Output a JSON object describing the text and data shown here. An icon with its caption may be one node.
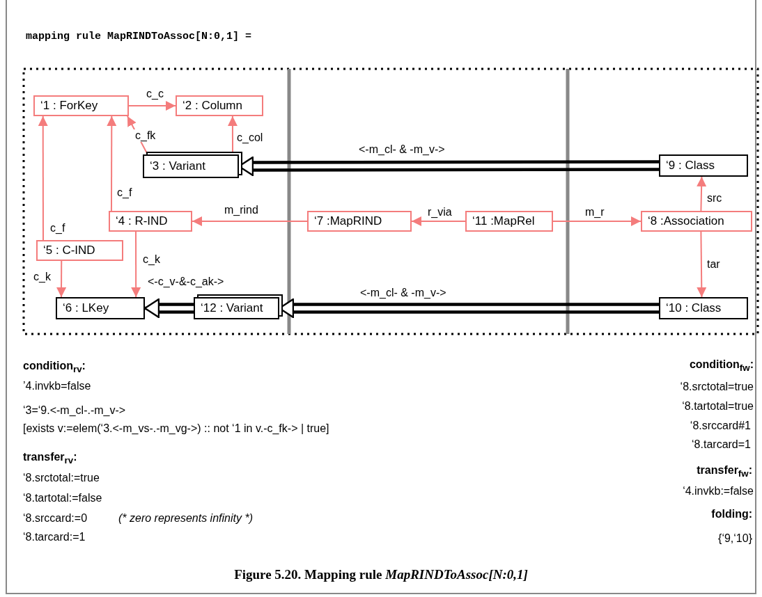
{
  "diagram": {
    "title": "mapping rule MapRINDToAssoc[N:0,1] =",
    "caption": "Figure 5.20. Mapping rule *MapRINDToAssoc[N:0,1]*",
    "nodes": [
      {
        "text": [
          "‘1 : ForKey"
        ]
      },
      {
        "text": [
          "‘2 : Column"
        ]
      },
      {
        "text": [
          "‘3 : Variant"
        ]
      },
      {
        "text": [
          "‘4 : R-IND"
        ]
      },
      {
        "text": [
          "‘5 : C-IND"
        ]
      },
      {
        "text": [
          "‘6 : LKey"
        ]
      },
      {
        "text": [
          "‘7 :MapRIND"
        ]
      },
      {
        "text": [
          "‘8 :Association"
        ]
      },
      {
        "text": [
          "‘9 : Class"
        ]
      },
      {
        "text": [
          "‘10 : Class"
        ]
      },
      {
        "text": [
          "‘11 :MapRel"
        ]
      },
      {
        "text": [
          "‘12 : Variant"
        ]
      }
    ],
    "edges": [
      {
        "from": 0,
        "to": 1,
        "arrow": "to",
        "label": "c_c"
      },
      {
        "from": 2,
        "to": 0,
        "arrow": "to",
        "label": "c_fk"
      },
      {
        "from": 2,
        "to": 1,
        "arrow": "to",
        "label": "c_col"
      },
      {
        "from": 3,
        "to": 0,
        "arrow": "to",
        "label": "c_f"
      },
      {
        "from": 4,
        "to": 0,
        "arrow": "to",
        "label": "c_f"
      },
      {
        "from": 4,
        "to": 5,
        "arrow": "to",
        "label": "c_k"
      },
      {
        "from": 3,
        "to": 5,
        "arrow": "to",
        "label": "c_k"
      },
      {
        "from": 6,
        "to": 3,
        "arrow": "to",
        "label": "m_rind"
      },
      {
        "from": 10,
        "to": 6,
        "arrow": "to",
        "label": "r_via"
      },
      {
        "from": 10,
        "to": 7,
        "arrow": "to",
        "label": "m_r"
      },
      {
        "from": 7,
        "to": 8,
        "arrow": "to",
        "label": "src"
      },
      {
        "from": 7,
        "to": 9,
        "arrow": "to",
        "label": "tar"
      },
      {
        "from": 8,
        "to": 2,
        "arrow": "to",
        "label": "<-m_cl- & -m_v->",
        "style": "thick",
        "color": "#000000"
      },
      {
        "from": 9,
        "to": 11,
        "arrow": "to",
        "label": "<-m_cl- & -m_v->",
        "style": "thick",
        "color": "#000000"
      },
      {
        "from": 11,
        "to": 5,
        "arrow": "to",
        "label": "<-c_v-&-c_ak->",
        "style": "thick",
        "color": "#000000"
      }
    ],
    "labels": [
      "condition$_{rv}$:",
      "’4.invkb=false",
      "‘3=‘9.<-m_cl-.-m_v->",
      "[exists v:=elem(‘3.<-m_vs-.-m_vg->) :: not ‘1 in v.-c_fk-> | true]",
      "transfer$_{rv}$:",
      "‘8.srctotal:=true",
      "‘8.tartotal:=false",
      "‘8.srccard:=0",
      "(* zero represents infinity *)",
      "‘8.tarcard:=1",
      "condition$_{fw}$:",
      "‘8.srctotal=true",
      "‘8.tartotal=true",
      "‘8.srccard#1",
      "‘8.tarcard=1",
      "transfer$_{fw}$:",
      "‘4.invkb:=false",
      "folding:",
      "{‘9,‘10}"
    ]
  }
}
